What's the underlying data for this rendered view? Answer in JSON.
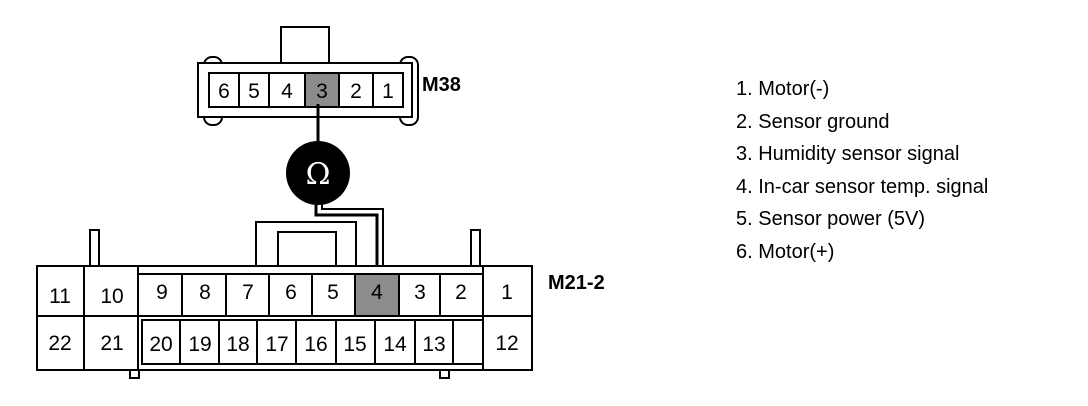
{
  "connectors": {
    "m38": {
      "label": "M38",
      "pins": [
        "6",
        "5",
        "4",
        "3",
        "2",
        "1"
      ],
      "highlighted_pin": "3"
    },
    "m21_2": {
      "label": "M21-2",
      "top_row": [
        "11",
        "10",
        "9",
        "8",
        "7",
        "6",
        "5",
        "4",
        "3",
        "2",
        "1"
      ],
      "bottom_row": [
        "22",
        "21",
        "20",
        "19",
        "18",
        "17",
        "16",
        "15",
        "14",
        "13",
        "12"
      ],
      "highlighted_pin": "4"
    }
  },
  "meter": {
    "symbol": "Ω",
    "icon": "ohmmeter-icon"
  },
  "legend": [
    "1. Motor(-)",
    "2. Sensor ground",
    "3. Humidity sensor signal",
    "4. In-car sensor temp. signal",
    "5. Sensor power (5V)",
    "6. Motor(+)"
  ],
  "colors": {
    "line": "#000000",
    "highlight": "#8c8c8c",
    "meter_fill": "#000000"
  }
}
